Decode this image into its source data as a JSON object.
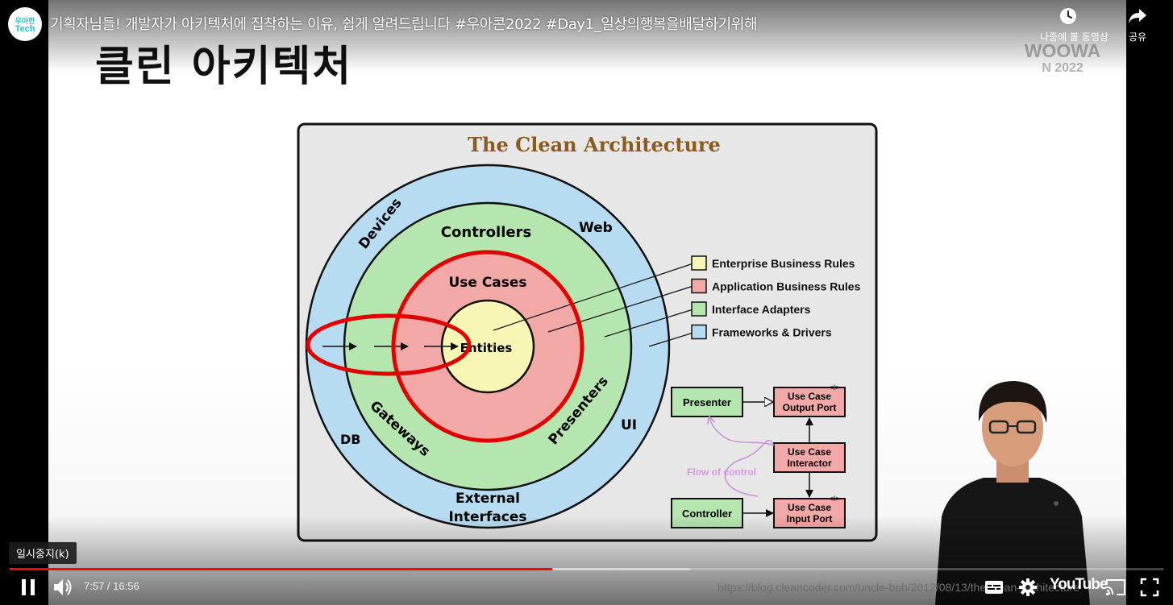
{
  "video": {
    "title": "기획자님들! 개발자가 아키텍처에 집착하는 이유, 쉽게 알려드립니다 #우아콘2022 #Day1_일상의행복을배달하기위해",
    "channel_logo_top": "우아한",
    "channel_logo_bottom": "Tech"
  },
  "top_actions": {
    "watch_later_label": "나중에 볼 동영상",
    "share_label": "공유"
  },
  "slide": {
    "title": "클린 아키텍처",
    "brand_line1": "WOOWA",
    "brand_line2": "N 2022",
    "source_url": "https://blog.cleancoder.com/uncle-bob/2012/08/13/the-clean-architecture"
  },
  "diagram": {
    "heading": "The Clean Architecture",
    "ring_labels": {
      "devices": "Devices",
      "web": "Web",
      "db": "DB",
      "ui": "UI",
      "external_line1": "External",
      "external_line2": "Interfaces",
      "controllers": "Controllers",
      "gateways": "Gateways",
      "presenters": "Presenters",
      "use_cases": "Use Cases",
      "entities": "Entities"
    },
    "legend": [
      {
        "label": "Enterprise Business Rules",
        "color": "#f8f6b4"
      },
      {
        "label": "Application Business Rules",
        "color": "#f2a8a6"
      },
      {
        "label": "Interface Adapters",
        "color": "#b6e6b0"
      },
      {
        "label": "Frameworks & Drivers",
        "color": "#b7dcf2"
      }
    ],
    "flow": {
      "presenter": "Presenter",
      "output_port_line1": "Use Case",
      "output_port_line2": "Output Port",
      "interactor_line1": "Use Case",
      "interactor_line2": "Interactor",
      "controller": "Controller",
      "input_port_line1": "Use Case",
      "input_port_line2": "Input Port",
      "flow_of_control": "Flow of control",
      "interface_mark": "<I>"
    },
    "colors": {
      "outer": "#b7dcf2",
      "adapters": "#b6e6b0",
      "usecases": "#f2a8a6",
      "entities": "#f8f6b4",
      "highlight": "#e00000",
      "heading": "#8b5a1e"
    }
  },
  "controls": {
    "tooltip": "일시중지(k)",
    "current_time": "7:57",
    "duration": "16:56",
    "time_separator": " / ",
    "played_fraction": 0.47,
    "buffered_fraction": 0.59,
    "youtube_logo": "YouTube"
  }
}
